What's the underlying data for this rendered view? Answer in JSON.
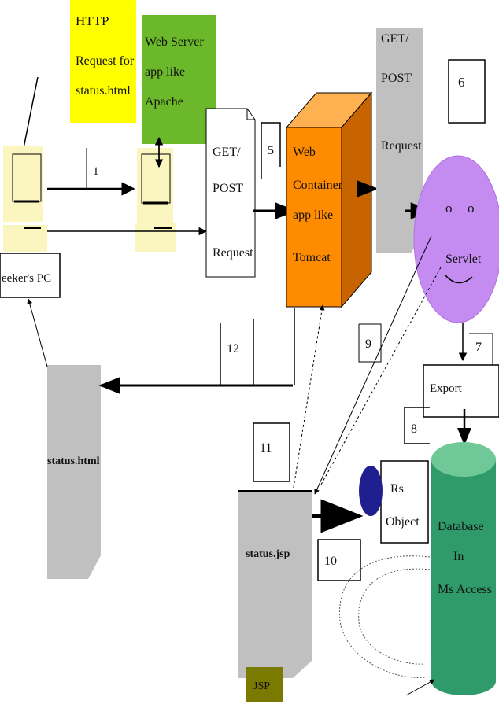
{
  "http_request_note": [
    "HTTP",
    "Request for",
    "status.html"
  ],
  "web_server_note": [
    "Web Server",
    "app like",
    "Apache"
  ],
  "seeker_pc_label": "eeker's PC",
  "get_post_request_1": [
    "GET/",
    "POST",
    "Request"
  ],
  "web_container": [
    "Web",
    "Container",
    "app like",
    "Tomcat"
  ],
  "get_post_request_2": [
    "GET/",
    "POST",
    "Request"
  ],
  "servlet_label": "Servlet",
  "servlet_eyes": [
    "o",
    "o"
  ],
  "export_label": "Export",
  "status_html_label": "status.html",
  "status_jsp_label": "status.jsp",
  "database_label": [
    "Database",
    "In",
    "Ms Access"
  ],
  "rs_object_label": [
    "Rs",
    "Object"
  ],
  "jsp_label": "JSP",
  "step_numbers": {
    "s1": "1",
    "s5": "5",
    "s6": "6",
    "s7": "7",
    "s8": "8",
    "s9": "9",
    "s10": "10",
    "s11": "11",
    "s12": "12"
  },
  "colors": {
    "yellow_note": "#ffff00",
    "green_note": "#6bb82a",
    "orange_box": "#ff8c00",
    "orange_side": "#c86400",
    "orange_top": "#ffb050",
    "grey_doc": "#c0c0c0",
    "servlet_purple": "#c48cf0",
    "db_green": "#2f9a6a",
    "db_top": "#70c898",
    "rs_blue": "#1f1f8f",
    "jsp_olive": "#7a7a00",
    "pc_cream": "#fbf6c0"
  }
}
